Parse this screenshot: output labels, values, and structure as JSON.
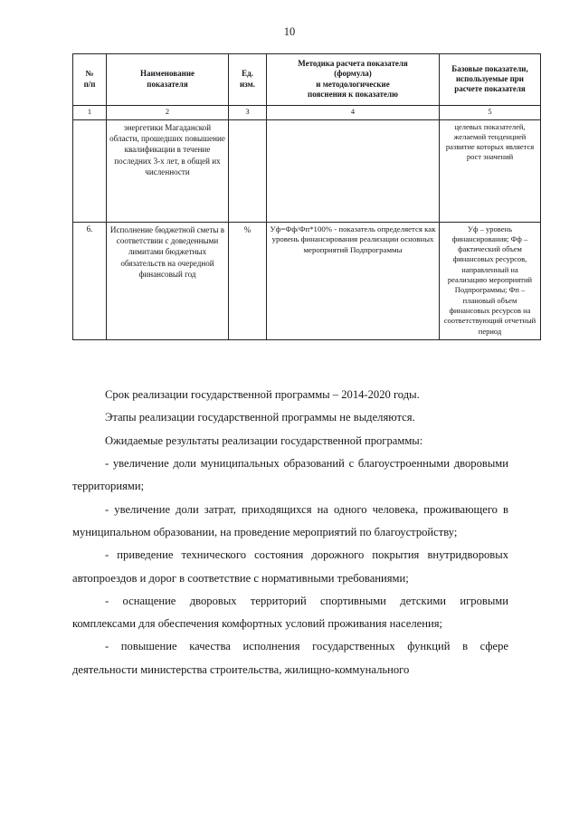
{
  "page": {
    "number": "10"
  },
  "table": {
    "headers": [
      "№\nп/п",
      "Наименование\nпоказателя",
      "Ед.\nизм.",
      "Методика расчета показателя\n(формула)\nи методологические\nпояснения к показателю",
      "Базовые показатели,\nиспользуемые при\nрасчете показателя"
    ],
    "header_lines": {
      "col1": [
        "№",
        "п/п"
      ],
      "col2": [
        "Наименование",
        "показателя"
      ],
      "col3": [
        "Ед.",
        "изм."
      ],
      "col4": [
        "Методика расчета показателя",
        "(формула)",
        "и методологические",
        "пояснения к показателю"
      ],
      "col5": [
        "Базовые показатели,",
        "используемые при",
        "расчете показателя"
      ]
    },
    "number_row": [
      "1",
      "2",
      "3",
      "4",
      "5"
    ],
    "rows": [
      {
        "index": "",
        "name": "энергетики Магаданской области, прошедших повышение квалификации в течение последних 3-х лет, в общей их численности",
        "unit": "",
        "method": "",
        "base": "целевых показателей, желаемой тенденцией развитие которых является рост значений"
      },
      {
        "index": "6.",
        "name": "Исполнение бюджетной сметы в соответствии с доведенными лимитами бюджетных обязательств на очередной финансовый год",
        "unit": "%",
        "method": "Уф=Фф/Фп*100% - показатель определяется как уровень финансирования реализации основных мероприятий Подпрограммы",
        "base": "Уф – уровень финансирования; Фф – фактический объем финансовых ресурсов, направленный на реализацию мероприятий Подпрограммы; Фп – плановый объем финансовых ресурсов на соответствующий отчетный период"
      }
    ]
  },
  "body": {
    "paragraphs": [
      "Срок реализации государственной программы – 2014-2020 годы.",
      "Этапы реализации государственной программы не выделяются.",
      "Ожидаемые результаты реализации государственной программы:",
      "- увеличение доли муниципальных образований с благоустроенными дворовыми территориями;",
      "- увеличение доли затрат, приходящихся на одного человека, проживающего в муниципальном образовании, на проведение мероприятий по благоустройству;",
      "- приведение технического состояния дорожного покрытия внутридворовых автопроездов и дорог в соответствие с нормативными требованиями;",
      "- оснащение дворовых территорий спортивными детскими игровыми комплексами для обеспечения комфортных условий проживания населения;",
      "- повышение качества исполнения государственных функций в сфере деятельности министерства строительства, жилищно-коммунального"
    ]
  }
}
